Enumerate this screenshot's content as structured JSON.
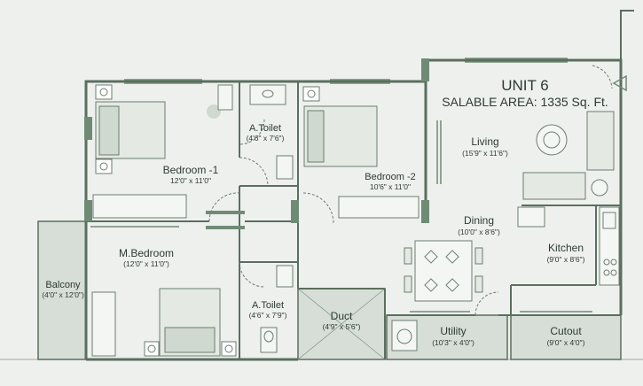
{
  "header": {
    "unit": "UNIT 6",
    "area": "SALABLE AREA: 1335 Sq. Ft."
  },
  "rooms": {
    "bedroom1": {
      "name": "Bedroom -1",
      "dim": "12'0\" x 11'0\""
    },
    "bedroom2": {
      "name": "Bedroom -2",
      "dim": "10'6\" x 11'0\""
    },
    "toilet1": {
      "name": "A.Toilet",
      "dim": "(4'6\" x 7'6\")"
    },
    "toilet2": {
      "name": "A.Toilet",
      "dim": "(4'6\" x 7'9\")"
    },
    "master": {
      "name": "M.Bedroom",
      "dim": "(12'0\" x 11'0\")"
    },
    "living": {
      "name": "Living",
      "dim": "(15'9\" x 11'6\")"
    },
    "dining": {
      "name": "Dining",
      "dim": "(10'0\" x 8'6\")"
    },
    "kitchen": {
      "name": "Kitchen",
      "dim": "(9'0\" x 8'6\")"
    },
    "balcony": {
      "name": "Balcony",
      "dim": "(4'0\" x 12'0\")"
    },
    "duct": {
      "name": "Duct",
      "dim": "(4'9\" x 5'6\")"
    },
    "utility": {
      "name": "Utility",
      "dim": "(10'3\" x 4'0\")"
    },
    "cutout": {
      "name": "Cutout",
      "dim": "(9'0\" x 4'0\")"
    }
  },
  "icons": {
    "north": "north-arrow-icon"
  },
  "colors": {
    "wall": "#5b6e5f",
    "accent": "#6f8b74",
    "background": "#eef0ee",
    "shaded": "#d3ddd4"
  }
}
